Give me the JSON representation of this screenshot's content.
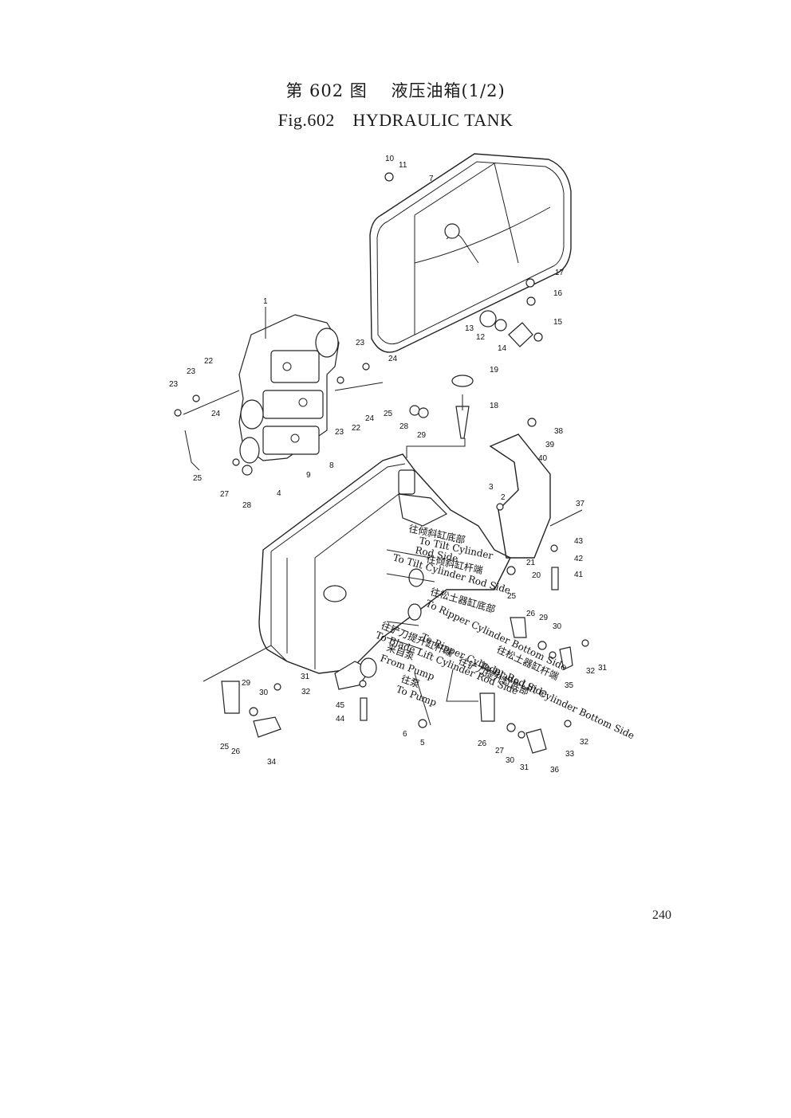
{
  "title_cn": "第 602 图　 液压油箱(1/2)",
  "title_en": "Fig.602　HYDRAULIC TANK",
  "page_number": "240",
  "callouts": [
    "1",
    "2",
    "3",
    "4",
    "5",
    "6",
    "7",
    "8",
    "9",
    "10",
    "11",
    "12",
    "13",
    "14",
    "15",
    "16",
    "17",
    "18",
    "19",
    "20",
    "21",
    "22",
    "22",
    "23",
    "23",
    "23",
    "23",
    "24",
    "24",
    "24",
    "25",
    "25",
    "25",
    "25",
    "26",
    "26",
    "26",
    "27",
    "27",
    "28",
    "28",
    "29",
    "29",
    "29",
    "30",
    "30",
    "30",
    "31",
    "31",
    "31",
    "32",
    "32",
    "32",
    "33",
    "34",
    "35",
    "36",
    "37",
    "38",
    "39",
    "40",
    "41",
    "42",
    "43",
    "44",
    "45"
  ],
  "flow_notes": [
    "往倾斜缸底部",
    "To Tilt Cylinder",
    "Rod Side",
    "往倾斜缸杆端",
    "To Tilt Cylinder Rod Side",
    "往松土器缸底部",
    "To Ripper Cylinder Bottom Side",
    "往松土器缸杆端",
    "To Ripper Cylinder Rod Side",
    "往铲刀提升缸杆端",
    "To Blade Lift Cylinder Rod Side",
    "往铲刀提升缸底部",
    "To Blade Lift Cylinder Bottom Side",
    "来自泵",
    "From Pump",
    "往泵",
    "To Pump"
  ]
}
